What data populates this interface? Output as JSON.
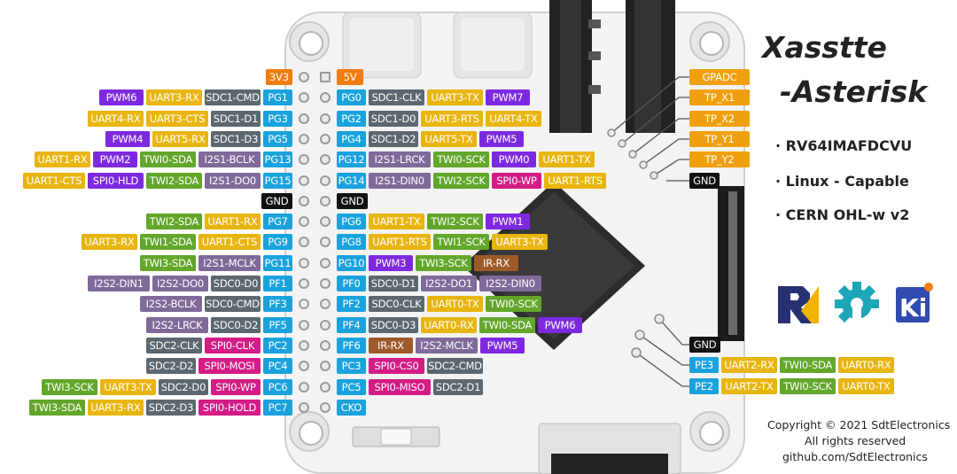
{
  "title_line1": "Xasstte",
  "title_line2": "-Asterisk",
  "features": [
    "· RV64IMAFDCVU",
    "· Linux - Capable",
    "· CERN OHL-w v2"
  ],
  "logos": {
    "risc_v": "riscv-logo-icon",
    "oshw": "gear-icon",
    "kicad": "kicad-logo-icon"
  },
  "copyright": [
    "Copyright © 2021 SdtElectronics",
    "All rights reserved",
    "github.com/SdtElectronics"
  ],
  "colors": {
    "orange": "#f07d0f",
    "blue": "#1aa2dd",
    "gray": "#5c6770",
    "yellow": "#e8b50f",
    "purple": "#7d29e0",
    "green": "#62a62a",
    "lavender": "#7f6a9a",
    "magenta": "#d41c86",
    "brown": "#9e5a2a",
    "black": "#111111",
    "gpadc": "#f0a00f"
  },
  "left_rows": [
    [
      "3V3"
    ],
    [
      "PWM6",
      "UART3-RX",
      "SDC1-CMD",
      "PG1"
    ],
    [
      "UART4-RX",
      "UART3-CTS",
      "SDC1-D1",
      "PG3"
    ],
    [
      "PWM4",
      "UART5-RX",
      "SDC1-D3",
      "PG5"
    ],
    [
      "UART1-RX",
      "PWM2",
      "TWI0-SDA",
      "I2S1-BCLK",
      "PG13"
    ],
    [
      "UART1-CTS",
      "SPI0-HLD",
      "TWI2-SDA",
      "I2S1-DO0",
      "PG15"
    ],
    [
      "GND"
    ],
    [
      "TWI2-SDA",
      "UART1-RX",
      "PG7"
    ],
    [
      "UART3-RX",
      "TWI1-SDA",
      "UART1-CTS",
      "PG9"
    ],
    [
      "TWI3-SDA",
      "I2S1-MCLK",
      "PG11"
    ],
    [
      "I2S2-DIN1",
      "I2S2-DO0",
      "SDC0-D0",
      "PF1"
    ],
    [
      "I2S2-BCLK",
      "SDC0-CMD",
      "PF3"
    ],
    [
      "I2S2-LRCK",
      "SDC0-D2",
      "PF5"
    ],
    [
      "SDC2-CLK",
      "SPI0-CLK",
      "PC2"
    ],
    [
      "SDC2-D2",
      "SPI0-MOSI",
      "PC4"
    ],
    [
      "TWI3-SCK",
      "UART3-TX",
      "SDC2-D0",
      "SPI0-WP",
      "PC6"
    ],
    [
      "TWI3-SDA",
      "UART3-RX",
      "SDC2-D3",
      "SPI0-HOLD",
      "PC7"
    ]
  ],
  "right_rows": [
    [
      "5V"
    ],
    [
      "PG0",
      "SDC1-CLK",
      "UART3-TX",
      "PWM7"
    ],
    [
      "PG2",
      "SDC1-D0",
      "UART3-RTS",
      "UART4-TX"
    ],
    [
      "PG4",
      "SDC1-D2",
      "UART5-TX",
      "PWM5"
    ],
    [
      "PG12",
      "I2S1-LRCK",
      "TWI0-SCK",
      "PWM0",
      "UART1-TX"
    ],
    [
      "PG14",
      "I2S1-DIN0",
      "TWI2-SCK",
      "SPI0-WP",
      "UART1-RTS"
    ],
    [
      "GND"
    ],
    [
      "PG6",
      "UART1-TX",
      "TWI2-SCK",
      "PWM1"
    ],
    [
      "PG8",
      "UART1-RTS",
      "TWI1-SCK",
      "UART3-TX"
    ],
    [
      "PG10",
      "PWM3",
      "TWI3-SCK",
      "IR-RX"
    ],
    [
      "PF0",
      "SDC0-D1",
      "I2S2-DO1",
      "I2S2-DIN0"
    ],
    [
      "PF2",
      "SDC0-CLK",
      "UART0-TX",
      "TWI0-SCK"
    ],
    [
      "PF4",
      "SDC0-D3",
      "UART0-RX",
      "TWI0-SDA",
      "PWM6"
    ],
    [
      "PF6",
      "IR-RX",
      "I2S2-MCLK",
      "PWM5"
    ],
    [
      "PC3",
      "SPI0-CS0",
      "SDC2-CMD"
    ],
    [
      "PC5",
      "SPI0-MISO",
      "SDC2-D1"
    ],
    [
      "CKO"
    ]
  ],
  "tp_labels": [
    "GPADC",
    "TP_X1",
    "TP_X2",
    "TP_Y1",
    "TP_Y2",
    "GND"
  ],
  "bottom_right": [
    [
      "GND"
    ],
    [
      "PE3",
      "UART2-RX",
      "TWI0-SDA",
      "UART0-RX"
    ],
    [
      "PE2",
      "UART2-TX",
      "TWI0-SCK",
      "UART0-TX"
    ]
  ]
}
